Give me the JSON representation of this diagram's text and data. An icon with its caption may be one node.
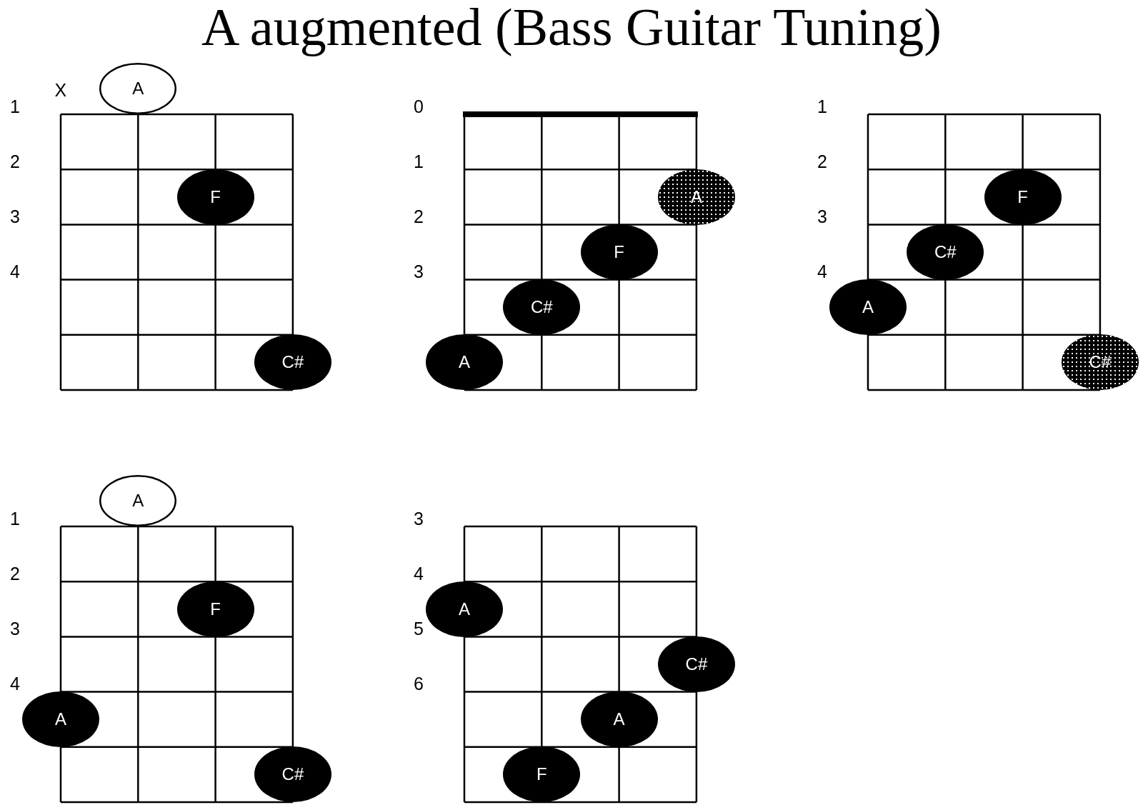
{
  "diagram": {
    "title": "A augmented (Bass Guitar Tuning)",
    "nodes": [
      {
        "text": [
          "A"
        ]
      },
      {
        "text": [
          "F"
        ]
      },
      {
        "text": [
          "C#"
        ]
      },
      {
        "text": [
          "A"
        ]
      },
      {
        "text": [
          "F"
        ]
      },
      {
        "text": [
          "C#"
        ]
      },
      {
        "text": [
          "A"
        ]
      },
      {
        "text": [
          "F"
        ]
      },
      {
        "text": [
          "C#"
        ]
      },
      {
        "text": [
          "A"
        ]
      },
      {
        "text": [
          "C#"
        ]
      },
      {
        "text": [
          "A"
        ]
      },
      {
        "text": [
          "F"
        ]
      },
      {
        "text": [
          "A"
        ]
      },
      {
        "text": [
          "C#"
        ]
      },
      {
        "text": [
          "A"
        ]
      },
      {
        "text": [
          "C#"
        ]
      },
      {
        "text": [
          "A"
        ]
      },
      {
        "text": [
          "F"
        ]
      }
    ],
    "labels": [
      "X",
      "1",
      "2",
      "3",
      "4",
      "0",
      "1",
      "2",
      "3",
      "1",
      "2",
      "3",
      "4",
      "1",
      "2",
      "3",
      "4",
      "3",
      "4",
      "5",
      "6"
    ]
  }
}
